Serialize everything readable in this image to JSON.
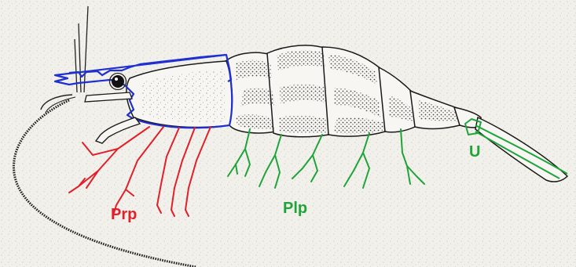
{
  "labels": {
    "pereiopods": "Prp",
    "pleopods": "Plp",
    "uropods": "U"
  },
  "colors": {
    "background": "#f2f0ea",
    "outline": "#1a1a1a",
    "carapace_outline": "#1f2fd0",
    "pereiopods": "#e0202a",
    "pleopods": "#1fa33a",
    "uropods": "#1fa33a"
  }
}
